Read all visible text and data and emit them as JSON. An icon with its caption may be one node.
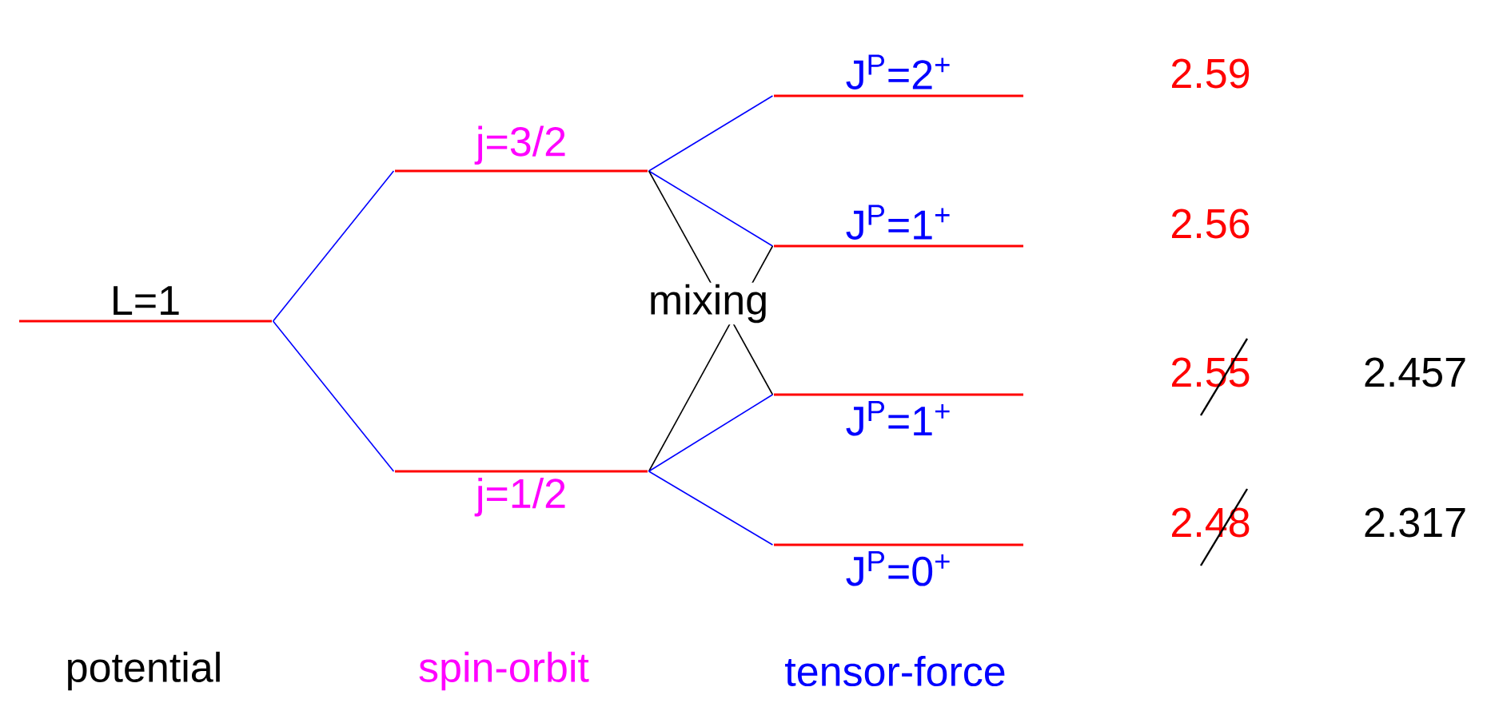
{
  "diagram": {
    "nodes": [
      {
        "text": [
          "L=1"
        ]
      },
      {
        "text": [
          "j=3/2"
        ]
      },
      {
        "text": [
          "j=1/2"
        ]
      },
      {
        "text": [
          "J$^{P}$=2$^{+}$"
        ],
        "beside": [
          "2.59"
        ]
      },
      {
        "text": [
          "J$^{P}$=1$^{+}$"
        ],
        "beside": [
          "2.56"
        ]
      },
      {
        "text": [
          "J$^{P}$=1$^{+}$"
        ],
        "beside": [
          "2.55",
          "2.457"
        ]
      },
      {
        "text": [
          "J$^{P}$=0$^{+}$"
        ],
        "beside": [
          "2.48",
          "2.317"
        ]
      }
    ],
    "edges": [
      {
        "from": 0,
        "to": 1,
        "arrow": "none"
      },
      {
        "from": 0,
        "to": 2,
        "arrow": "none"
      },
      {
        "from": 1,
        "to": 3,
        "arrow": "none"
      },
      {
        "from": 1,
        "to": 4,
        "arrow": "none"
      },
      {
        "from": 1,
        "to": 5,
        "arrow": "none",
        "color": "#000000"
      },
      {
        "from": 2,
        "to": 4,
        "arrow": "none",
        "color": "#000000"
      },
      {
        "from": 2,
        "to": 5,
        "arrow": "none"
      },
      {
        "from": 2,
        "to": 6,
        "arrow": "none"
      }
    ],
    "labels": [
      "mixing",
      "potential",
      "spin-orbit",
      "tensor-force"
    ]
  }
}
